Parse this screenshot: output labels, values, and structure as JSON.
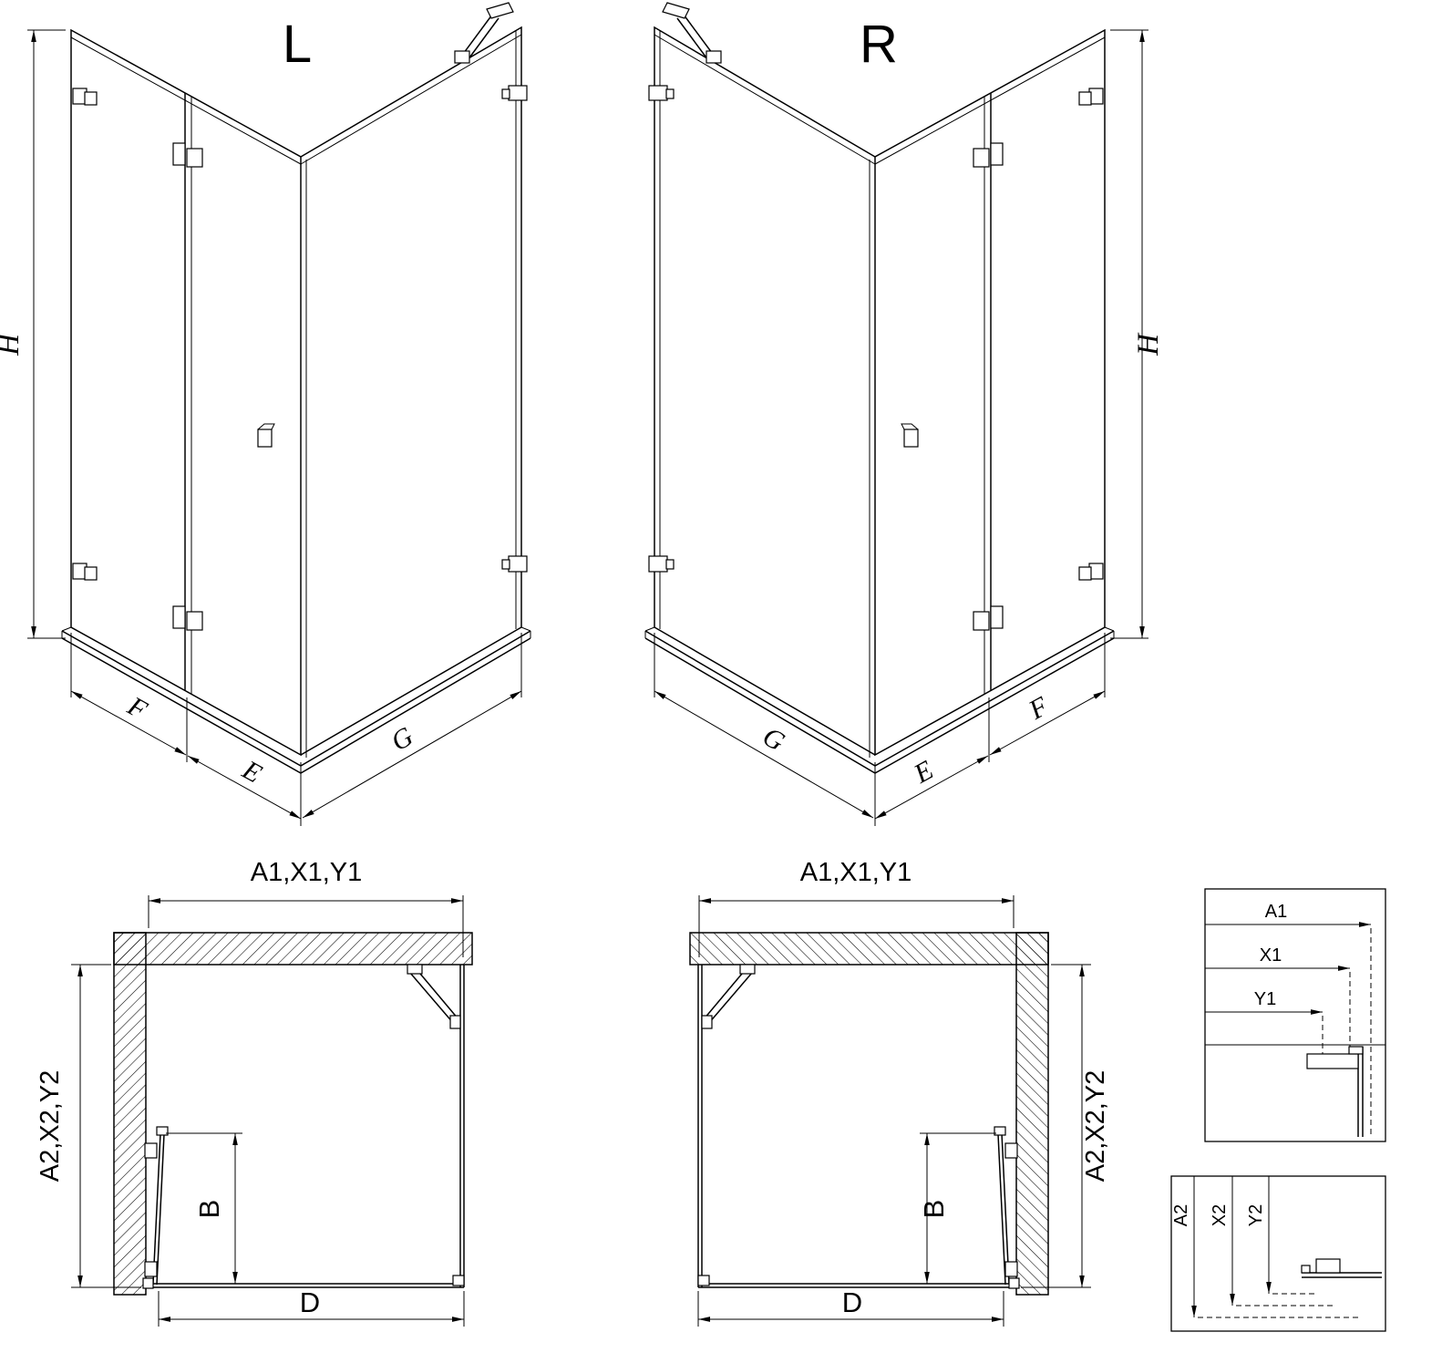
{
  "colors": {
    "line": "#000000",
    "background": "#ffffff"
  },
  "iso_left": {
    "title": "L",
    "dim_height": "H",
    "dim_fixed": "F",
    "dim_door": "E",
    "dim_side": "G"
  },
  "iso_right": {
    "title": "R",
    "dim_height": "H",
    "dim_fixed": "F",
    "dim_door": "E",
    "dim_side": "G"
  },
  "plan_left": {
    "dim_top": "A1,X1,Y1",
    "dim_side": "A2,X2,Y2",
    "dim_door": "B",
    "dim_opening": "D"
  },
  "plan_right": {
    "dim_top": "A1,X1,Y1",
    "dim_side": "A2,X2,Y2",
    "dim_door": "B",
    "dim_opening": "D"
  },
  "detail_width": {
    "row_a": "A1",
    "row_x": "X1",
    "row_y": "Y1"
  },
  "detail_depth": {
    "row_a": "A2",
    "row_x": "X2",
    "row_y": "Y2"
  }
}
